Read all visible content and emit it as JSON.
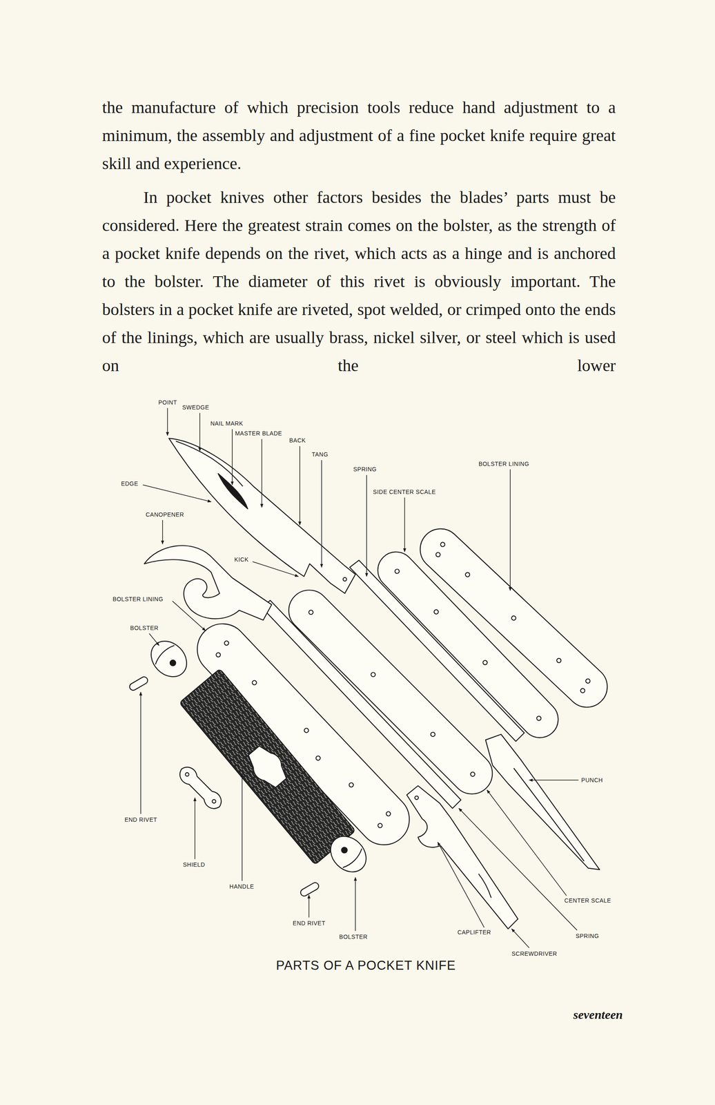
{
  "diagram": {
    "caption": "PARTS OF A POCKET KNIFE",
    "labels": [
      "the manufacture of which precision tools reduce hand adjustment to a minimum, the assembly and adjustment of a fine pocket knife require great skill and experience.",
      "In pocket knives other factors besides the blades’ parts must be considered. Here the greatest strain comes on the bolster, as the strength of a pocket knife depends on the rivet, which acts as a hinge and is anchored to the bolster. The diameter of this rivet is obviously important. The bolsters in a pocket knife are riveted, spot welded, or crimped onto the ends of the linings, which are usually brass, nickel silver, or steel which is used on the lower",
      "POINT",
      "SWEDGE",
      "NAIL MARK",
      "MASTER BLADE",
      "BACK",
      "TANG",
      "SPRING",
      "SIDE CENTER SCALE",
      "BOLSTER LINING",
      "EDGE",
      "CANOPENER",
      "KICK",
      "BOLSTER LINING",
      "BOLSTER",
      "PUNCH",
      "END RIVET",
      "SHIELD",
      "HANDLE",
      "END RIVET",
      "BOLSTER",
      "CAPLIFTER",
      "SCREWDRIVER",
      "SPRING",
      "CENTER SCALE",
      "seventeen"
    ]
  }
}
